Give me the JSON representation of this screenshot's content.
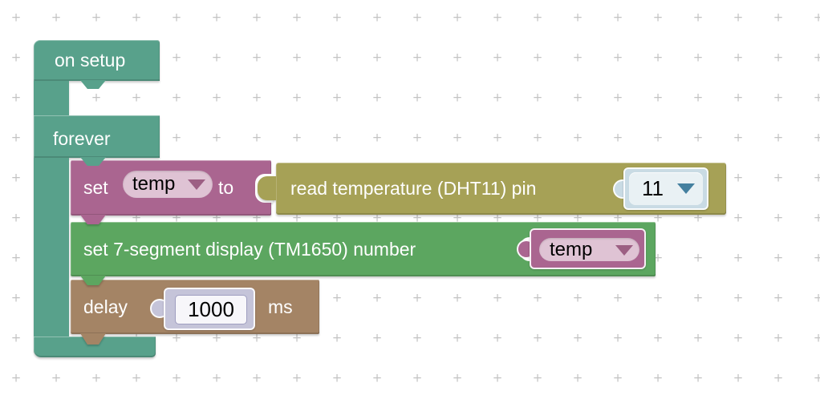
{
  "workspace": {
    "grid_symbol": "+",
    "background": "#ffffff",
    "grid_color": "#c3c3c3"
  },
  "blocks": {
    "on_setup": {
      "label": "on setup",
      "color": "#58a18b"
    },
    "forever": {
      "label": "forever",
      "color": "#58a18b"
    },
    "set_variable": {
      "label_set": "set",
      "variable": "temp",
      "label_to": "to",
      "color": "#aa6590",
      "dropdown_color": "#dfc3d4"
    },
    "read_temperature": {
      "label": "read temperature (DHT11) pin",
      "pin": "11",
      "color": "#a6a156",
      "pin_field_color": "#c9dbe4",
      "pin_arrow_color": "#44809f"
    },
    "set_display": {
      "label": "set 7-segment display (TM1650) number",
      "variable": "temp",
      "color": "#5ca660"
    },
    "delay": {
      "label_delay": "delay",
      "value": "1000",
      "label_ms": "ms",
      "color": "#a48465",
      "number_block_color": "#c5c4d9"
    }
  }
}
